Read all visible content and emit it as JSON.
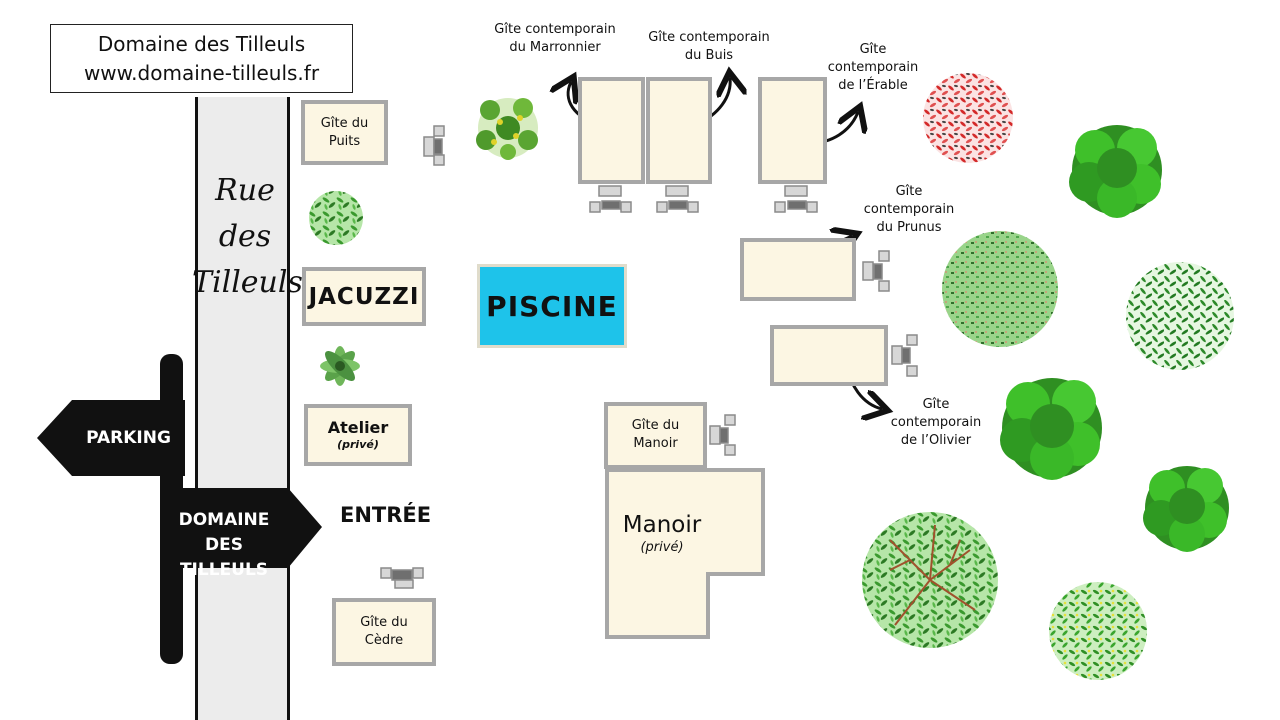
{
  "header": {
    "name": "Domaine des Tilleuls",
    "website": "www.domaine-tilleuls.fr"
  },
  "road": {
    "name": "Rue des\nTilleuls"
  },
  "signs": {
    "parking": "PARKING",
    "domain": "DOMAINE DES\nTILLEULS"
  },
  "entrance": "ENTRÉE",
  "pool": "PISCINE",
  "jacuzzi": "JACUZZI",
  "atelier": {
    "name": "Atelier",
    "note": "(privé)"
  },
  "manoir": {
    "name": "Manoir",
    "note": "(privé)"
  },
  "gites": {
    "puits": "Gîte du\nPuits",
    "cedre": "Gîte du\nCèdre",
    "manoir": "Gîte du\nManoir",
    "marronnier": "Gîte contemporain\ndu Marronnier",
    "buis": "Gîte contemporain\ndu Buis",
    "erable": "Gîte\ncontemporain\nde l’Érable",
    "prunus": "Gîte\ncontemporain\ndu Prunus",
    "olivier": "Gîte\ncontemporain\nde l’Olivier"
  },
  "colors": {
    "building_fill": "#fcf6e3",
    "building_border": "#a7a7a7",
    "pool": "#1ec3ea",
    "road": "#ececec",
    "sign": "#111111",
    "tree_green": "#3fbf2a",
    "tree_red": "#d42a2a"
  },
  "icons": [
    "garden-furniture-icon",
    "tree-icon",
    "plant-icon",
    "arrow-icon",
    "signpost-icon"
  ]
}
